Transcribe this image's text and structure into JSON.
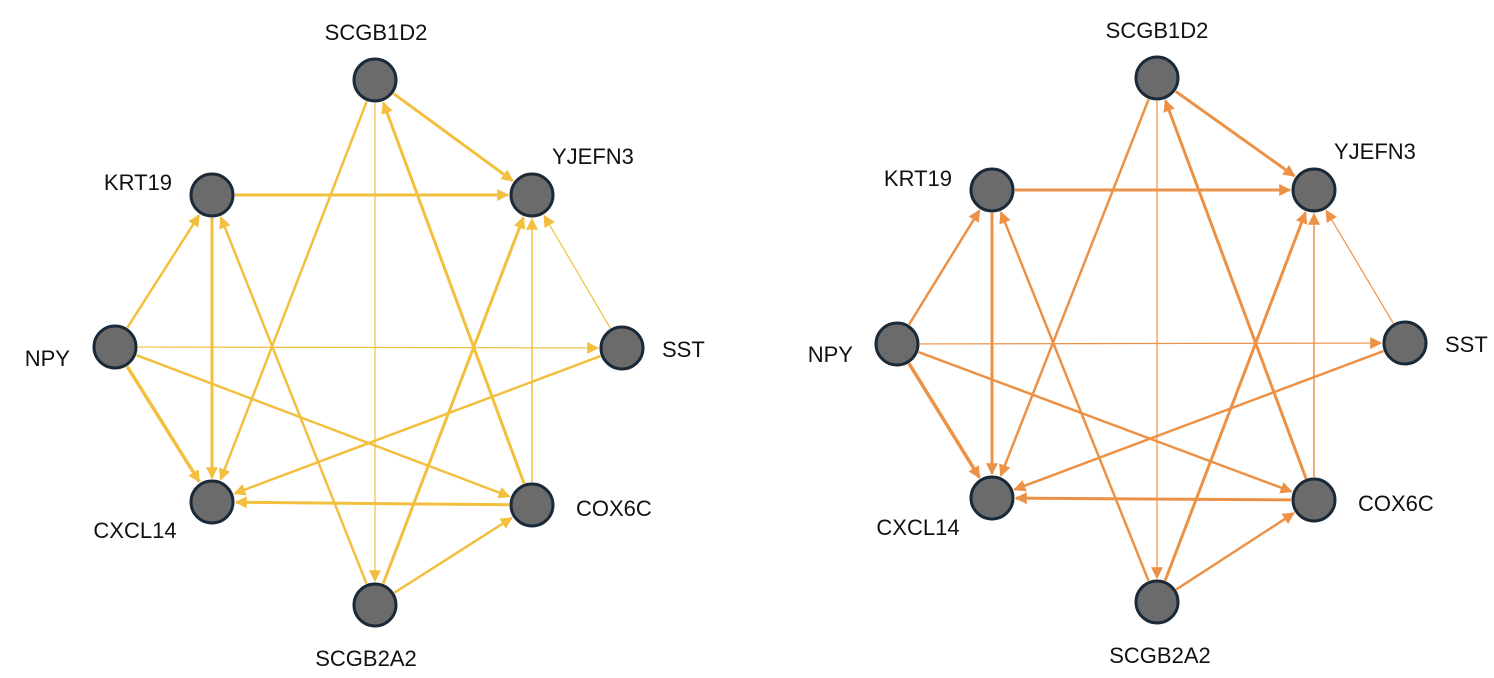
{
  "graphs": [
    {
      "id": "left",
      "edge_color": "#f2c03e",
      "nodes": [
        {
          "id": "SCGB1D2",
          "label": "SCGB1D2"
        },
        {
          "id": "YJEFN3",
          "label": "YJEFN3"
        },
        {
          "id": "SST",
          "label": "SST"
        },
        {
          "id": "COX6C",
          "label": "COX6C"
        },
        {
          "id": "SCGB2A2",
          "label": "SCGB2A2"
        },
        {
          "id": "CXCL14",
          "label": "CXCL14"
        },
        {
          "id": "NPY",
          "label": "NPY"
        },
        {
          "id": "KRT19",
          "label": "KRT19"
        }
      ],
      "edges": [
        {
          "from": "SCGB1D2",
          "to": "YJEFN3",
          "weight": 3
        },
        {
          "from": "SCGB1D2",
          "to": "CXCL14",
          "weight": 2.5
        },
        {
          "from": "SCGB1D2",
          "to": "SCGB2A2",
          "weight": 1.2
        },
        {
          "from": "COX6C",
          "to": "SCGB1D2",
          "weight": 3
        },
        {
          "from": "KRT19",
          "to": "YJEFN3",
          "weight": 3
        },
        {
          "from": "KRT19",
          "to": "CXCL14",
          "weight": 3
        },
        {
          "from": "SCGB2A2",
          "to": "KRT19",
          "weight": 2.5
        },
        {
          "from": "NPY",
          "to": "KRT19",
          "weight": 2.5
        },
        {
          "from": "NPY",
          "to": "SST",
          "weight": 1.2
        },
        {
          "from": "NPY",
          "to": "CXCL14",
          "weight": 3.5
        },
        {
          "from": "NPY",
          "to": "COX6C",
          "weight": 2.5
        },
        {
          "from": "SST",
          "to": "YJEFN3",
          "weight": 1.2
        },
        {
          "from": "SST",
          "to": "CXCL14",
          "weight": 2.5
        },
        {
          "from": "COX6C",
          "to": "YJEFN3",
          "weight": 1.5
        },
        {
          "from": "COX6C",
          "to": "CXCL14",
          "weight": 3
        },
        {
          "from": "SCGB2A2",
          "to": "YJEFN3",
          "weight": 3
        },
        {
          "from": "SCGB2A2",
          "to": "COX6C",
          "weight": 2.5
        }
      ]
    },
    {
      "id": "right",
      "edge_color": "#ec9247",
      "nodes": [
        {
          "id": "SCGB1D2",
          "label": "SCGB1D2"
        },
        {
          "id": "YJEFN3",
          "label": "YJEFN3"
        },
        {
          "id": "SST",
          "label": "SST"
        },
        {
          "id": "COX6C",
          "label": "COX6C"
        },
        {
          "id": "SCGB2A2",
          "label": "SCGB2A2"
        },
        {
          "id": "CXCL14",
          "label": "CXCL14"
        },
        {
          "id": "NPY",
          "label": "NPY"
        },
        {
          "id": "KRT19",
          "label": "KRT19"
        }
      ],
      "edges": [
        {
          "from": "SCGB1D2",
          "to": "YJEFN3",
          "weight": 3
        },
        {
          "from": "SCGB1D2",
          "to": "CXCL14",
          "weight": 2.5
        },
        {
          "from": "SCGB1D2",
          "to": "SCGB2A2",
          "weight": 1.2
        },
        {
          "from": "COX6C",
          "to": "SCGB1D2",
          "weight": 3
        },
        {
          "from": "KRT19",
          "to": "YJEFN3",
          "weight": 3
        },
        {
          "from": "KRT19",
          "to": "CXCL14",
          "weight": 3
        },
        {
          "from": "SCGB2A2",
          "to": "KRT19",
          "weight": 2.5
        },
        {
          "from": "NPY",
          "to": "KRT19",
          "weight": 2.5
        },
        {
          "from": "NPY",
          "to": "SST",
          "weight": 1.2
        },
        {
          "from": "NPY",
          "to": "CXCL14",
          "weight": 3.5
        },
        {
          "from": "NPY",
          "to": "COX6C",
          "weight": 2.5
        },
        {
          "from": "SST",
          "to": "YJEFN3",
          "weight": 1.2
        },
        {
          "from": "SST",
          "to": "CXCL14",
          "weight": 2.5
        },
        {
          "from": "COX6C",
          "to": "YJEFN3",
          "weight": 1.5
        },
        {
          "from": "COX6C",
          "to": "CXCL14",
          "weight": 3
        },
        {
          "from": "SCGB2A2",
          "to": "YJEFN3",
          "weight": 3
        },
        {
          "from": "SCGB2A2",
          "to": "COX6C",
          "weight": 2.5
        }
      ]
    }
  ]
}
